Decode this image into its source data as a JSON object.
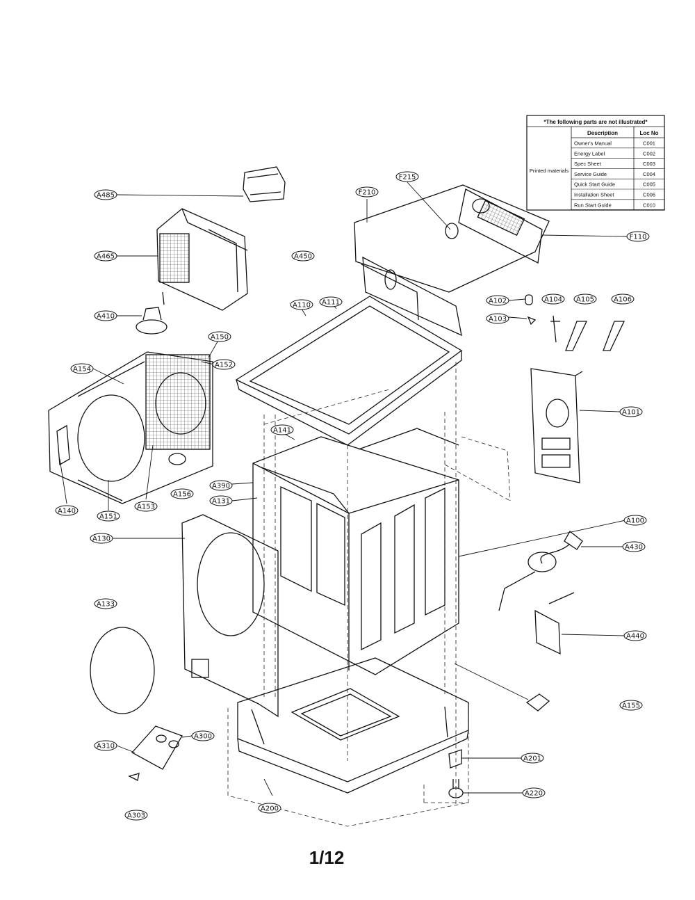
{
  "page_number": "1/12",
  "table": {
    "title": "*The following parts are not illustrated*",
    "group_label": "Printed materials",
    "headers": {
      "description": "Description",
      "loc_no": "Loc No"
    },
    "rows": [
      {
        "description": "Owner's Manual",
        "loc_no": "C001"
      },
      {
        "description": "Energy Label",
        "loc_no": "C002"
      },
      {
        "description": "Spec Sheet",
        "loc_no": "C003"
      },
      {
        "description": "Service Guide",
        "loc_no": "C004"
      },
      {
        "description": "Quick Start Guide",
        "loc_no": "C005"
      },
      {
        "description": "Installation Sheet",
        "loc_no": "C006"
      },
      {
        "description": "Run Start Guide",
        "loc_no": "C010"
      }
    ]
  },
  "callouts": [
    "A485",
    "A465",
    "A450",
    "A410",
    "A150",
    "A154",
    "A152",
    "A140",
    "A151",
    "A153",
    "A156",
    "F210",
    "F215",
    "F110",
    "A110",
    "A111",
    "A102",
    "A103",
    "A104",
    "A105",
    "A106",
    "A101",
    "A141",
    "A390",
    "A131",
    "A100",
    "A130",
    "A430",
    "A133",
    "A440",
    "A155",
    "A300",
    "A310",
    "A303",
    "A201",
    "A220",
    "A200"
  ]
}
